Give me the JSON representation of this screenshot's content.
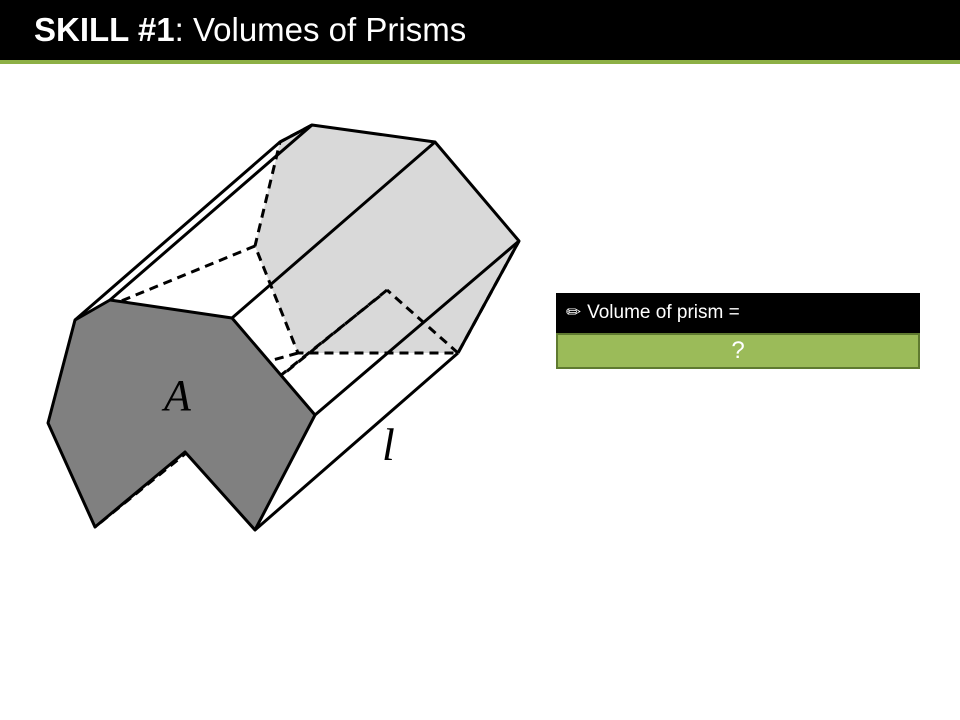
{
  "title": {
    "strong": "SKILL #1",
    "rest": ": Volumes of Prisms"
  },
  "diagram": {
    "area_label": "A",
    "length_label": "l"
  },
  "question": {
    "icon": "pencil-icon",
    "label": "Volume of prism =",
    "answer": "?"
  },
  "colors": {
    "title_bar": "#000000",
    "accent_green": "#9bbb59",
    "front_face": "#808080",
    "back_face": "#d9d9d9"
  }
}
